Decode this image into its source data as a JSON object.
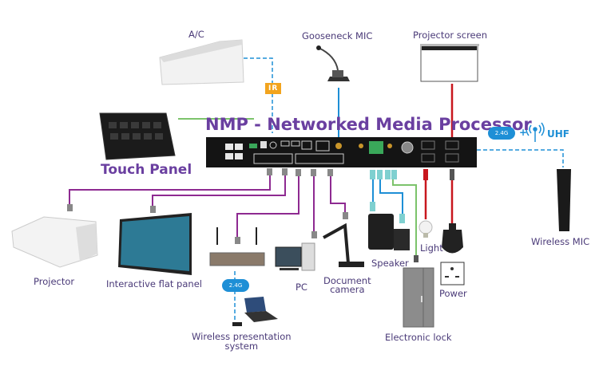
{
  "title": "NMP - Networked Media Processor",
  "devices": {
    "ac": "A/C",
    "gooseneck": "Gooseneck MIC",
    "projector_screen": "Projector screen",
    "touch_panel": "Touch Panel",
    "projector": "Projector",
    "flat_panel": "Interactive flat panel",
    "wireless_presentation": [
      "Wireless presentation",
      "system"
    ],
    "pc": "PC",
    "document_camera": [
      "Document",
      "camera"
    ],
    "speaker": "Speaker",
    "light": "Light",
    "power": "Power",
    "electronic_lock": "Electronic lock",
    "wireless_mic": "Wireless MIC"
  },
  "badges": {
    "ir": "IR",
    "cloud_24g": "2.4G",
    "plus": "+",
    "uhf": "UHF"
  },
  "colors": {
    "title": "#6a3fa0",
    "label": "#4a3a78",
    "hdmi_wire": "#8e2a91",
    "audio_wire": "#1e8fd6",
    "lock_wire": "#7cc36b",
    "relay_wire": "#c8171e",
    "ir_badge": "#f2a41e",
    "wireless": "#1e8fd6"
  }
}
